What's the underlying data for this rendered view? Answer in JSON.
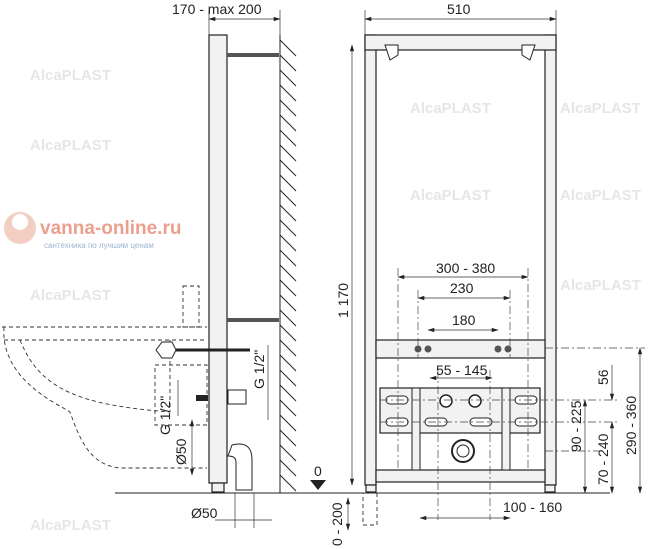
{
  "side_view": {
    "depth_dim": "170 - max 200",
    "pipe_upper": "G 1/2\"",
    "pipe_lower": "G 1/2\"",
    "drain_dia": "Ø50",
    "drain_bottom_dia": "Ø50",
    "floor_level": "0"
  },
  "front_view": {
    "width_dim": "510",
    "height_dim": "1 170",
    "dim_300_380": "300 - 380",
    "dim_230": "230",
    "dim_180": "180",
    "dim_55_145": "55 - 145",
    "dim_56": "56",
    "dim_90_225": "90 - 225",
    "dim_70_240": "70 - 240",
    "dim_290_360": "290 - 360",
    "dim_100_160": "100 - 160",
    "dim_0_200": "0 - 200"
  },
  "watermarks": {
    "brand": "AlcaPLAST",
    "site": "vanna-online.ru",
    "site_tagline": "сантехника по лучшим ценам"
  },
  "colors": {
    "line": "#222222",
    "watermark": "#e6e6e6",
    "site_logo": "#e8907a"
  }
}
